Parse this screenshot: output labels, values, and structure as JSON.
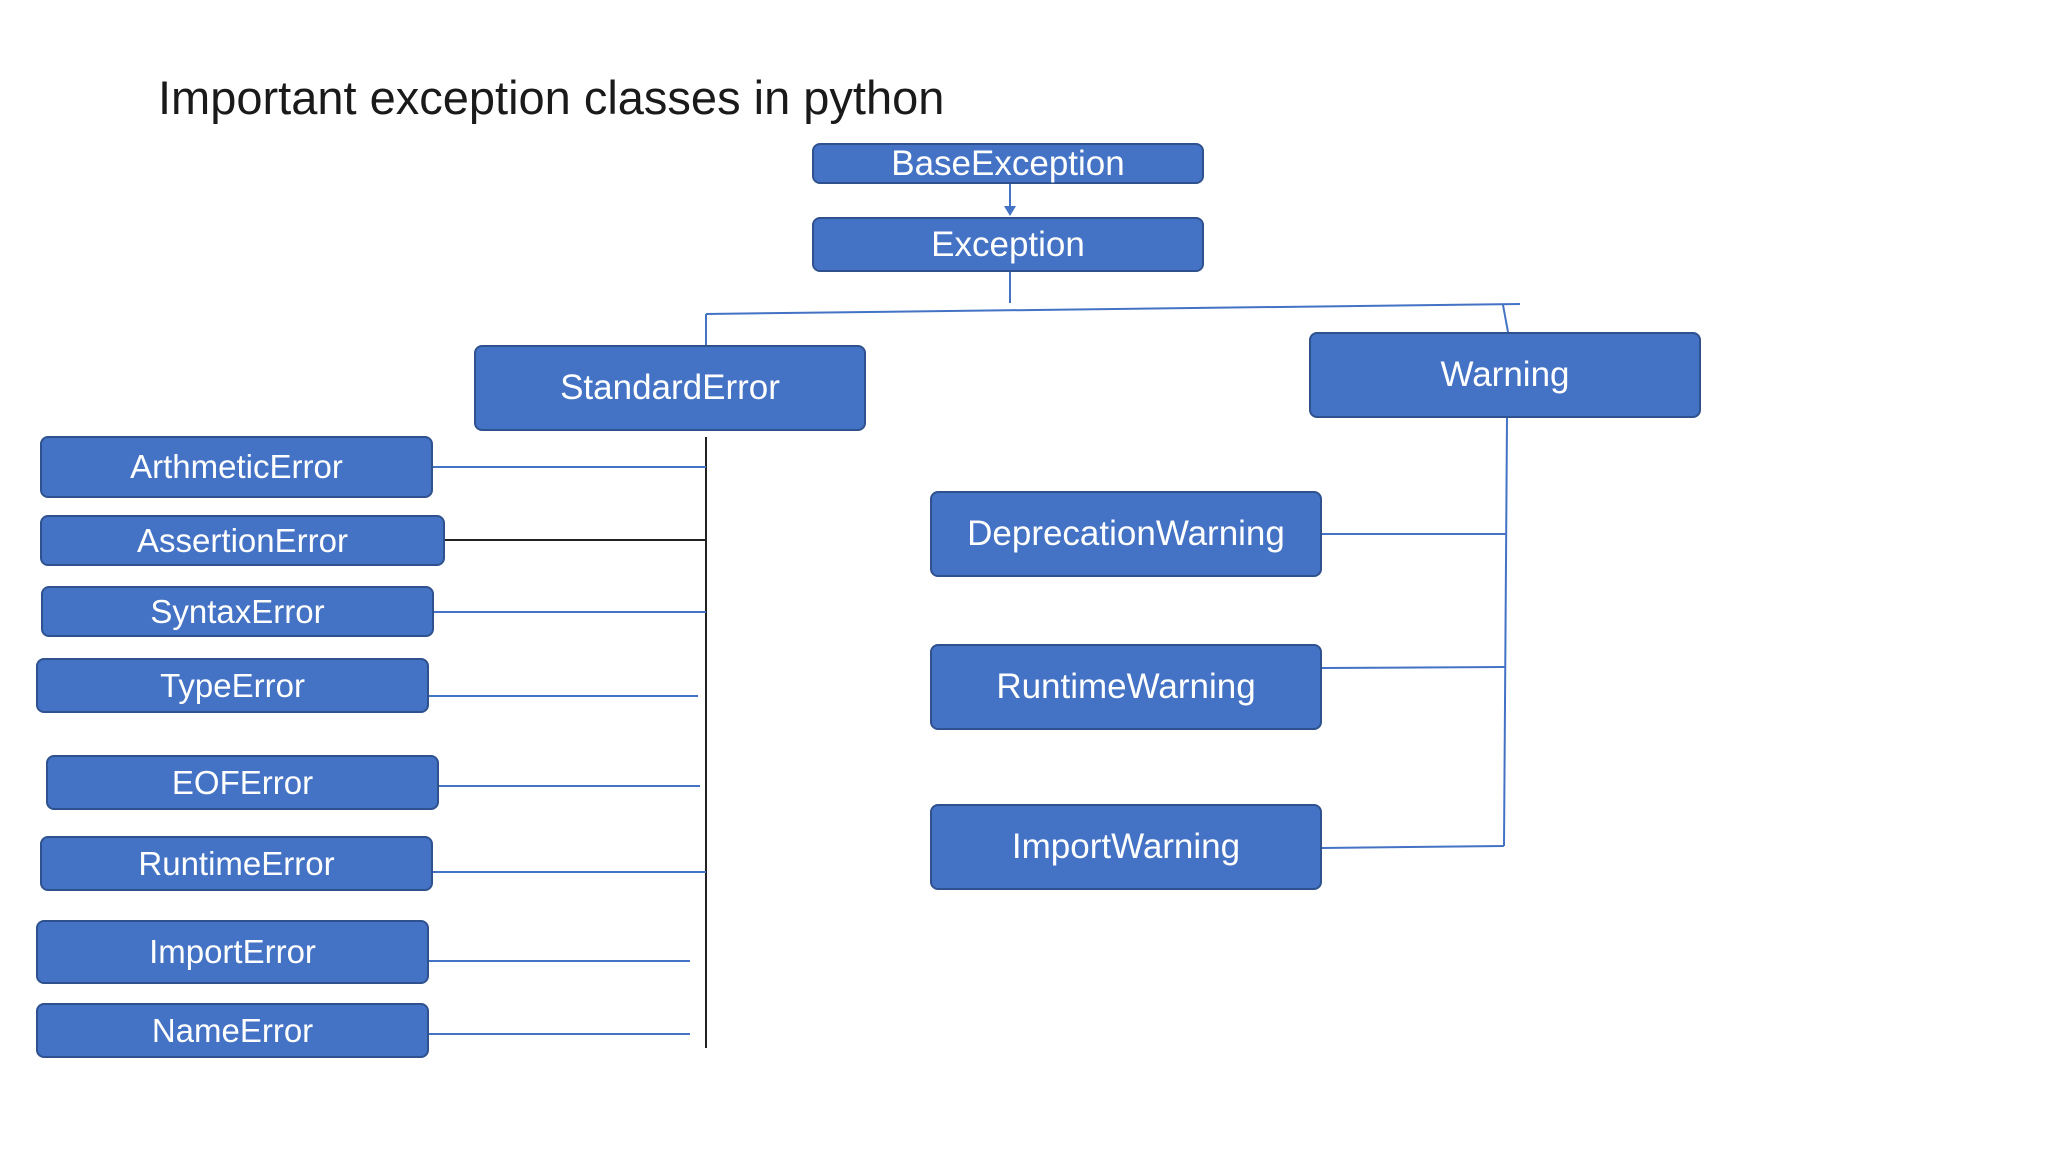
{
  "title": "Important exception classes in python",
  "colors": {
    "node_fill": "#4472c4",
    "node_border": "#2f528f",
    "connector": "#4472c4",
    "connector_dark": "#222222",
    "node_text": "#ffffff"
  },
  "hierarchy": {
    "root": "BaseException",
    "exception": "Exception",
    "standard_error": "StandardError",
    "warning": "Warning",
    "errors": [
      "ArthmeticError",
      "AssertionError",
      "SyntaxError",
      "TypeError",
      "EOFError",
      "RuntimeError",
      "ImportError",
      "NameError"
    ],
    "warnings": [
      "DeprecationWarning",
      "RuntimeWarning",
      "ImportWarning"
    ]
  }
}
